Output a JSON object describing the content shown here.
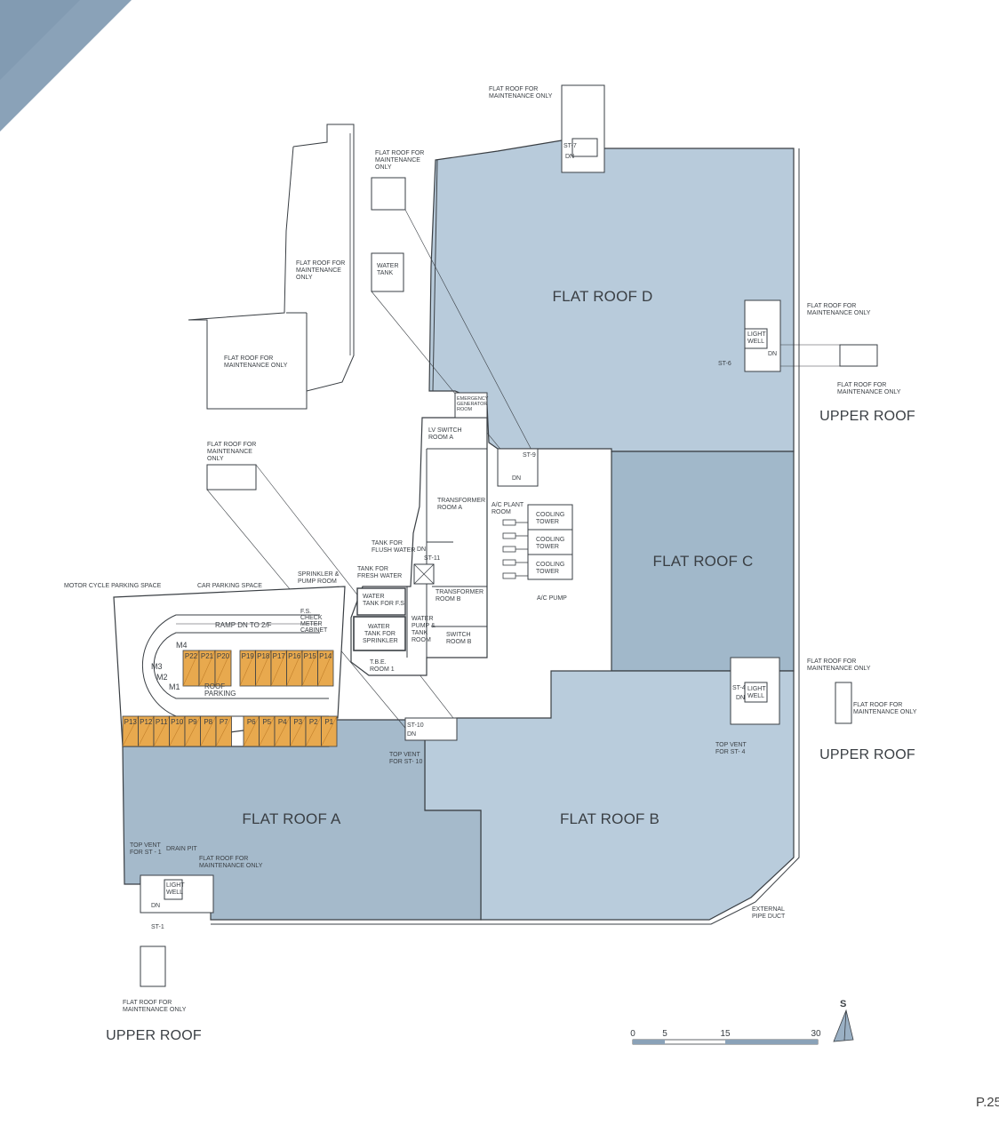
{
  "page_number": "P.25",
  "regions": {
    "flat_roof_a": "FLAT ROOF A",
    "flat_roof_b": "FLAT ROOF B",
    "flat_roof_c": "FLAT ROOF C",
    "flat_roof_d": "FLAT ROOF D"
  },
  "upper_roof": [
    "UPPER ROOF",
    "UPPER ROOF",
    "UPPER ROOF"
  ],
  "maint_lines": [
    "FLAT ROOF FOR",
    "MAINTENANCE ONLY"
  ],
  "maint_lines3": [
    "FLAT ROOF FOR",
    "MAINTENANCE",
    "ONLY"
  ],
  "rooms": {
    "emergency_generator": [
      "EMERGENCY",
      "GENERATOR",
      "ROOM"
    ],
    "lv_switch": [
      "LV SWITCH",
      "ROOM A"
    ],
    "transformer_a": [
      "TRANSFORMER",
      "ROOM A"
    ],
    "transformer_b": [
      "TRANSFORMER",
      "ROOM B"
    ],
    "ac_plant": [
      "A/C PLANT",
      "ROOM"
    ],
    "cooling_tower": [
      "COOLING",
      "TOWER"
    ],
    "ac_pump": "A/C PUMP",
    "tank_flush": [
      "TANK FOR",
      "FLUSH WATER"
    ],
    "tank_fresh": [
      "TANK FOR",
      "FRESH WATER"
    ],
    "sprinkler_pump": [
      "SPRINKLER &",
      "PUMP ROOM"
    ],
    "water_tank_fs": [
      "WATER",
      "TANK FOR F.S"
    ],
    "water_tank_sprinkler": [
      "WATER",
      "TANK FOR",
      "SPRINKLER"
    ],
    "water_pump_tank": [
      "WATER",
      "PUMP &",
      "TANK",
      "ROOM"
    ],
    "switch_b": [
      "SWITCH",
      "ROOM B"
    ],
    "tbe_room": [
      "T.B.E.",
      "ROOM 1"
    ],
    "water_tank_top": [
      "WATER",
      "TANK"
    ],
    "fs_check": [
      "F.S.",
      "CHECK",
      "METER",
      "CABINET"
    ],
    "light_well": [
      "LIGHT",
      "WELL"
    ]
  },
  "stairs": {
    "st1": "ST-1",
    "st4": "ST-4",
    "st6": "ST-6",
    "st7": "ST-7",
    "st9": "ST-9",
    "st10": "ST-10",
    "st11": "ST-11",
    "dn": "DN"
  },
  "parking": {
    "motorcycle": "MOTOR CYCLE PARKING SPACE",
    "car": "CAR PARKING SPACE",
    "ramp": "RAMP DN TO 2/F",
    "roof_parking": [
      "ROOF",
      "PARKING"
    ],
    "top_row": [
      "P22",
      "P21",
      "P20",
      "P19",
      "P18",
      "P17",
      "P16",
      "P15",
      "P14"
    ],
    "bottom_left": [
      "P13",
      "P12",
      "P11",
      "P10",
      "P9",
      "P8",
      "P7"
    ],
    "bottom_right": [
      "P6",
      "P5",
      "P4",
      "P3",
      "P2",
      "P1"
    ],
    "moto": [
      "M4",
      "M3",
      "M2",
      "M1"
    ]
  },
  "misc": {
    "top_vent_st1": [
      "TOP VENT",
      "FOR ST - 1"
    ],
    "top_vent_st10": [
      "TOP VENT",
      "FOR ST- 10"
    ],
    "top_vent_st4": [
      "TOP VENT",
      "FOR ST- 4"
    ],
    "drain_pit": "DRAIN PIT",
    "external_pipe": [
      "EXTERNAL",
      "PIPE DUCT"
    ]
  },
  "scale_bar": {
    "ticks": [
      "0",
      "5",
      "15",
      "30"
    ]
  },
  "north": "S",
  "colors": {
    "roof_d": "#b8cbdb",
    "roof_c": "#a1b8ca",
    "roof_a": "#a5bacb",
    "roof_b": "#b9ccdc",
    "parking": "#e8a94e",
    "corner": "#7f98af",
    "line": "#3a3f44"
  }
}
